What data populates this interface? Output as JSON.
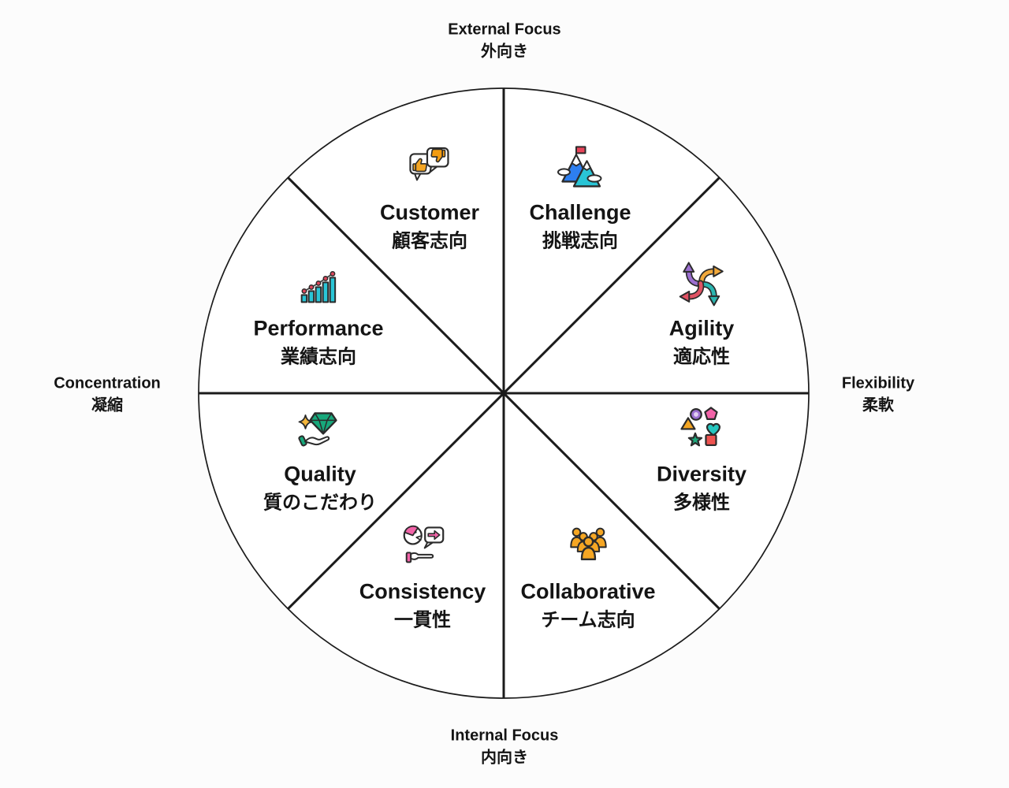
{
  "diagram": {
    "name": "organizational-culture-wheel",
    "axes": {
      "top": {
        "en": "External Focus",
        "ja": "外向き"
      },
      "bottom": {
        "en": "Internal Focus",
        "ja": "内向き"
      },
      "left": {
        "en": "Concentration",
        "ja": "凝縮"
      },
      "right": {
        "en": "Flexibility",
        "ja": "柔軟"
      }
    },
    "sectors": [
      {
        "id": "customer",
        "en": "Customer",
        "ja": "顧客志向",
        "icon": "feedback-bubbles-icon"
      },
      {
        "id": "challenge",
        "en": "Challenge",
        "ja": "挑戦志向",
        "icon": "mountain-flag-icon"
      },
      {
        "id": "performance",
        "en": "Performance",
        "ja": "業績志向",
        "icon": "growth-bar-chart-icon"
      },
      {
        "id": "agility",
        "en": "Agility",
        "ja": "適応性",
        "icon": "swirl-arrows-icon"
      },
      {
        "id": "quality",
        "en": "Quality",
        "ja": "質のこだわり",
        "icon": "diamond-hand-icon"
      },
      {
        "id": "diversity",
        "en": "Diversity",
        "ja": "多様性",
        "icon": "mixed-shapes-icon"
      },
      {
        "id": "consistency",
        "en": "Consistency",
        "ja": "一貫性",
        "icon": "speaking-head-icon"
      },
      {
        "id": "collaborative",
        "en": "Collaborative",
        "ja": "チーム志向",
        "icon": "team-group-icon"
      }
    ],
    "colors": {
      "line": "#1b1b1b",
      "outline": "#2b2b2b",
      "orange": "#F5A623",
      "teal": "#29C5D6",
      "blue": "#2D7FF0",
      "red": "#E8445A",
      "pink": "#F263A8",
      "purple": "#9B6FD0",
      "green": "#17A87B",
      "crimson": "#E05263",
      "sea": "#2AB5B0"
    }
  }
}
